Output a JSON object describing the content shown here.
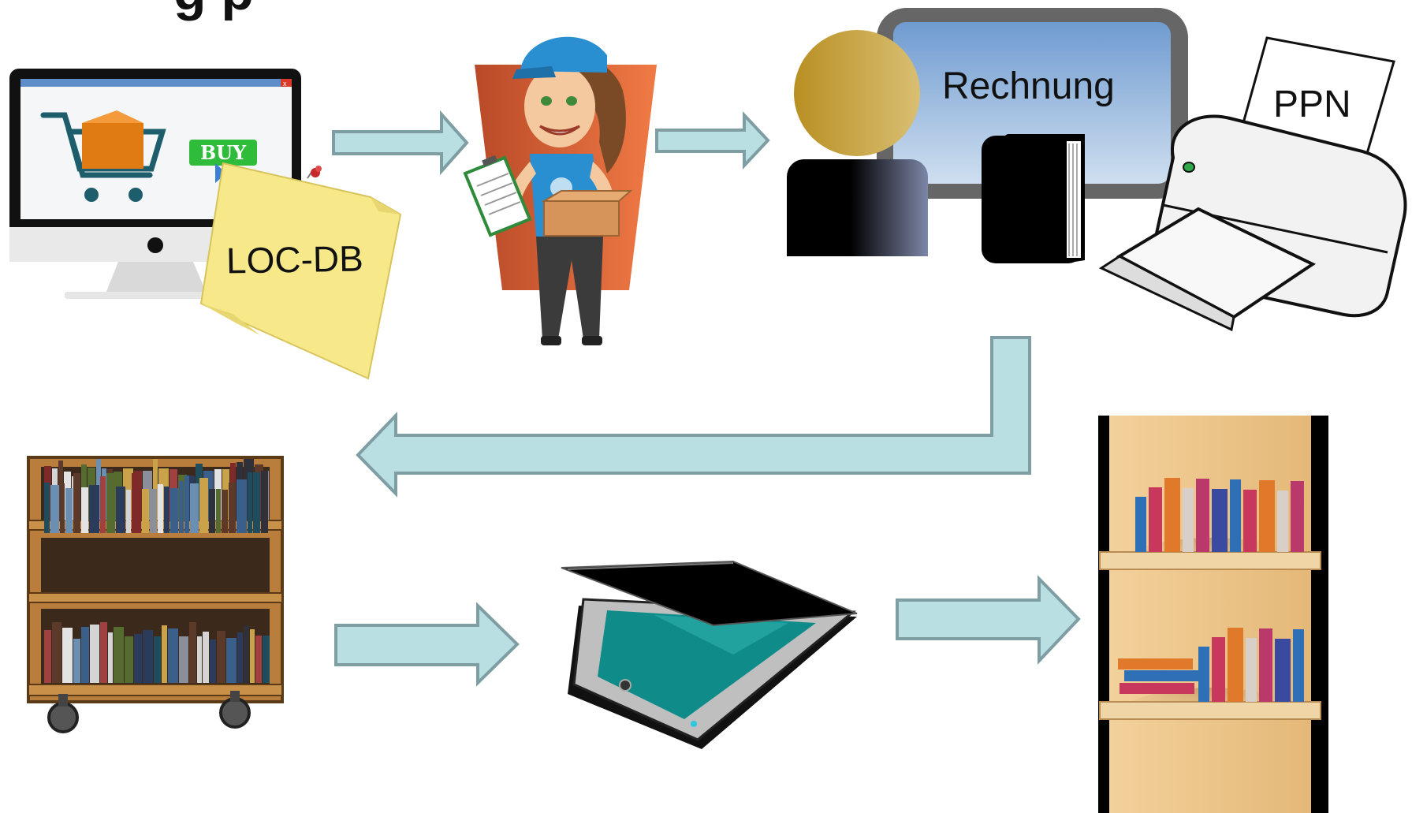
{
  "title_fragment": "g p",
  "labels": {
    "sticky_note": "LOC-DB",
    "invoice_screen": "Rechnung",
    "printer_paper": "PPN"
  },
  "monitor": {
    "buy_label": "BUY",
    "close_glyph": "x"
  },
  "colors": {
    "arrow_fill": "#b9dfe2",
    "arrow_stroke": "#7f9ea3",
    "sticky_note": "#f7e98a",
    "courier_bg": "#e0653a",
    "screen_blue": "#8fb3d6",
    "gold": "#c49a2c",
    "scanner_glass": "#0f8c8a",
    "shelf_wood": "#eec891"
  },
  "icons": [
    "shopping-cart-icon",
    "buy-button-icon",
    "pushpin-icon",
    "courier-icon",
    "clipboard-icon",
    "parcel-icon",
    "person-icon",
    "book-icon",
    "printer-icon",
    "book-cart-icon",
    "scanner-icon",
    "bookshelf-icon"
  ]
}
